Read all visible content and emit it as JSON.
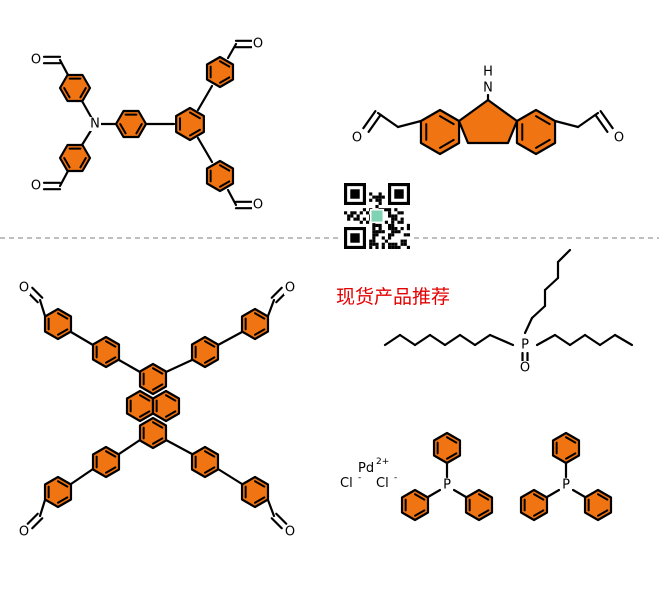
{
  "promo_text": "现货产品推荐",
  "colors": {
    "ring_fill": "#F07412",
    "bond": "#000000",
    "promo": "#E30000",
    "divider": "#999999",
    "qr_center": "#7FD3B4"
  },
  "atoms": {
    "oxygen": "O",
    "nitrogen": "N",
    "nh_hydrogen": "H",
    "phosphorus": "P",
    "palladium": "Pd",
    "pd_charge": "2+",
    "chloride": "Cl",
    "chloride_charge": "-"
  },
  "molecules": [
    "triarylamine-tetraaldehyde",
    "carbazole-dialdehyde",
    "pyrene-tetra-biphenyl-aldehyde",
    "trialkylphosphine-oxide",
    "bis-triphenylphosphine-palladium-dichloride"
  ],
  "qr_code": "qr-code-icon"
}
